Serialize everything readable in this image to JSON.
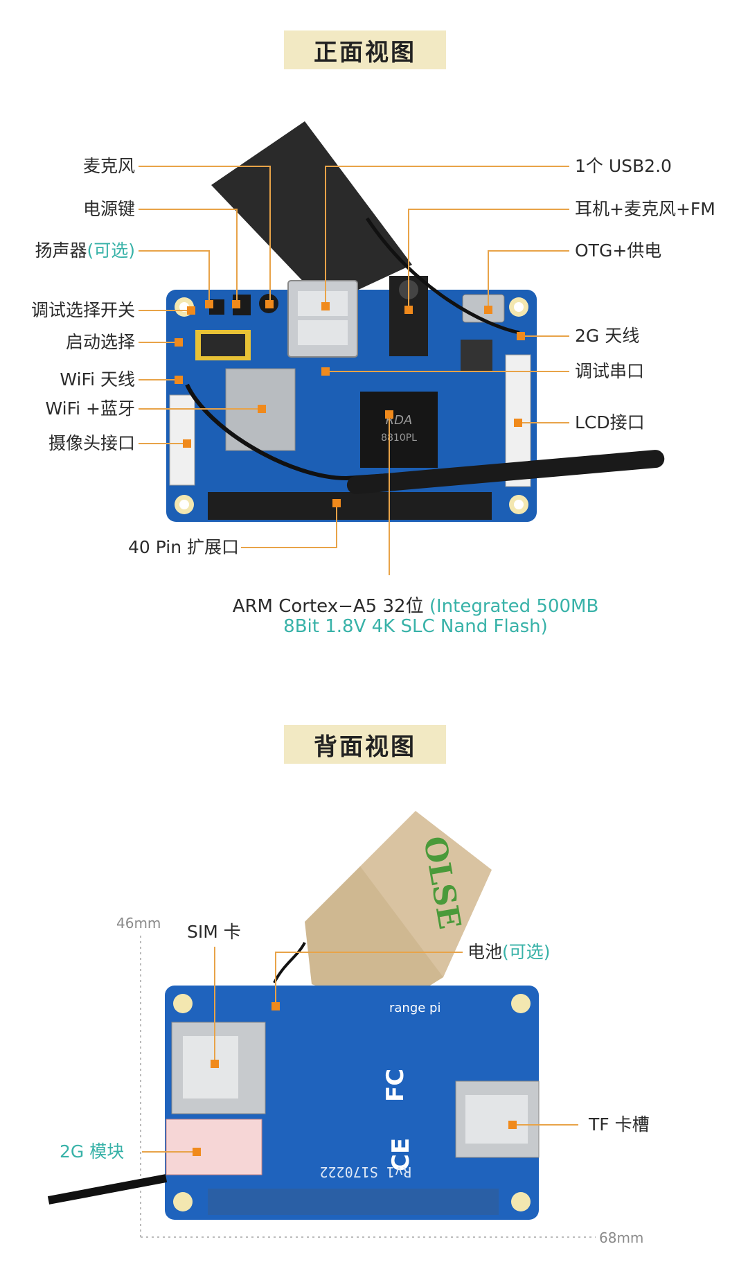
{
  "front": {
    "title": "正面视图",
    "left_labels": {
      "mic": "麦克风",
      "power_key": "电源键",
      "speaker": "扬声器",
      "speaker_opt": "(可选)",
      "debug_switch": "调试选择开关",
      "boot_select": "启动选择",
      "wifi_antenna": "WiFi 天线",
      "wifi_bt": "WiFi +蓝牙",
      "camera": "摄像头接口",
      "pin40": "40 Pin 扩展口"
    },
    "right_labels": {
      "usb": "1个 USB2.0",
      "audio": "耳机+麦克风+FM",
      "otg": "OTG+供电",
      "antenna_2g": "2G 天线",
      "debug_uart": "调试串口",
      "lcd": "LCD接口"
    },
    "cpu_line1": "ARM Cortex−A5 32位",
    "cpu_line1_opt": "(Integrated 500MB",
    "cpu_line2": "8Bit 1.8V 4K SLC Nand Flash)",
    "chip_marking_1": "RDA",
    "chip_marking_2": "8810PL"
  },
  "back": {
    "title": "背面视图",
    "dim_height": "46mm",
    "dim_width": "68mm",
    "sim": "SIM 卡",
    "battery": "电池",
    "battery_opt": "(可选)",
    "module_2g": "2G 模块",
    "tf_slot": "TF 卡槽",
    "board_marking": "Rv1 S170222",
    "brand": "range pi",
    "sticker_text": "OLSE",
    "fc_mark": "FC",
    "ce_mark": "CE"
  },
  "colors": {
    "board": "#1c5fb5",
    "leader": "#e8a348",
    "dot": "#f08a1c",
    "accent": "#38b2a8",
    "banner": "#f2e9c3"
  }
}
